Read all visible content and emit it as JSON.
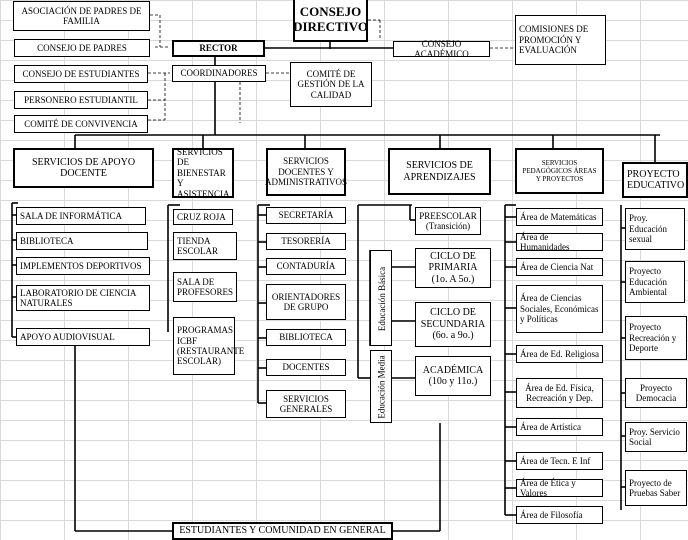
{
  "top_left": {
    "asociacion": "ASOCIACIÓN DE PADRES DE FAMILIA",
    "consejo_padres": "CONSEJO DE PADRES",
    "consejo_estudiantes": "CONSEJO DE ESTUDIANTES",
    "personero": "PERSONERO ESTUDIANTIL",
    "convivencia": "COMITÉ DE CONVIVENCIA"
  },
  "top_center": {
    "consejo_directivo": "CONSEJO DIRECTIVO",
    "rector": "RECTOR",
    "coordinadores": "COORDINADORES",
    "comite_calidad": "COMITÉ DE GESTIÓN DE LA CALIDAD",
    "consejo_academico": "CONSEJO ACADÉMICO",
    "comisiones": "COMISIONES DE PROMOCIÓN Y EVALUACIÓN"
  },
  "apoyo_docente": {
    "title": "SERVICIOS DE APOYO DOCENTE",
    "items": [
      "SALA DE INFORMÁTICA",
      "BIBLIOTECA",
      "IMPLEMENTOS DEPORTIVOS",
      "LABORATORIO DE CIENCIA NATURALES",
      "APOYO AUDIOVISUAL"
    ]
  },
  "bienestar": {
    "title": "SERVICIOS DE BIENESTAR Y ASISTENCIA",
    "items": [
      "CRUZ   ROJA",
      "TIENDA ESCOLAR",
      "SALA DE PROFESORES",
      "PROGRAMAS ICBF (RESTAURANTE ESCOLAR)"
    ]
  },
  "docentes_admin": {
    "title": "SERVICIOS DOCENTES Y ADMINISTRATIVOS",
    "items": [
      "SECRETARÍA",
      "TESORERÍA",
      "CONTADURÍA",
      "ORIENTADORES DE GRUPO",
      "BIBLIOTECA",
      "DOCENTES",
      "SERVICIOS GENERALES"
    ]
  },
  "aprendizajes": {
    "title": "SERVICIOS DE APRENDIZAJES",
    "basica_label": "Educación Básica",
    "media_label": "Educación Media",
    "preescolar": "PREESCOLAR",
    "preescolar_sub": "(Transición)",
    "primaria": "CICLO DE PRIMARIA",
    "primaria_sub": "(1o. A 5o.)",
    "secundaria": "CICLO DE SECUNDARIA",
    "secundaria_sub": "(6o. a 9o.)",
    "academica": "ACADÉMICA",
    "academica_sub": "(10o y 11o.)"
  },
  "pedagogicos": {
    "title": "SERVICIOS PEDAGÓGICOS ÁREAS Y PROYECTOS",
    "items": [
      "Área de Matemáticas",
      "Área de Humanidades",
      "Área de Ciencia Nat",
      "Área de Ciencias Sociales, Económicas y Políticas",
      "Área de Ed. Religiosa",
      "Área de Ed. Física, Recreación y Dep.",
      "Área de Artística",
      "Área de Tecn. E Inf",
      "Área de Ética y Valores",
      "Área de Filosofía"
    ]
  },
  "proyecto": {
    "title": "PROYECTO EDUCATIVO",
    "items": [
      "Proy. Educación sexual",
      "Proyecto Educación Ambiental",
      "Proyecto Recreación y Deporte",
      "Proyecto Democacia",
      "Proy. Servicio Social",
      "Proyecto de Pruebas Saber"
    ]
  },
  "bottom": "ESTUDIANTES Y COMUNIDAD EN GENERAL"
}
